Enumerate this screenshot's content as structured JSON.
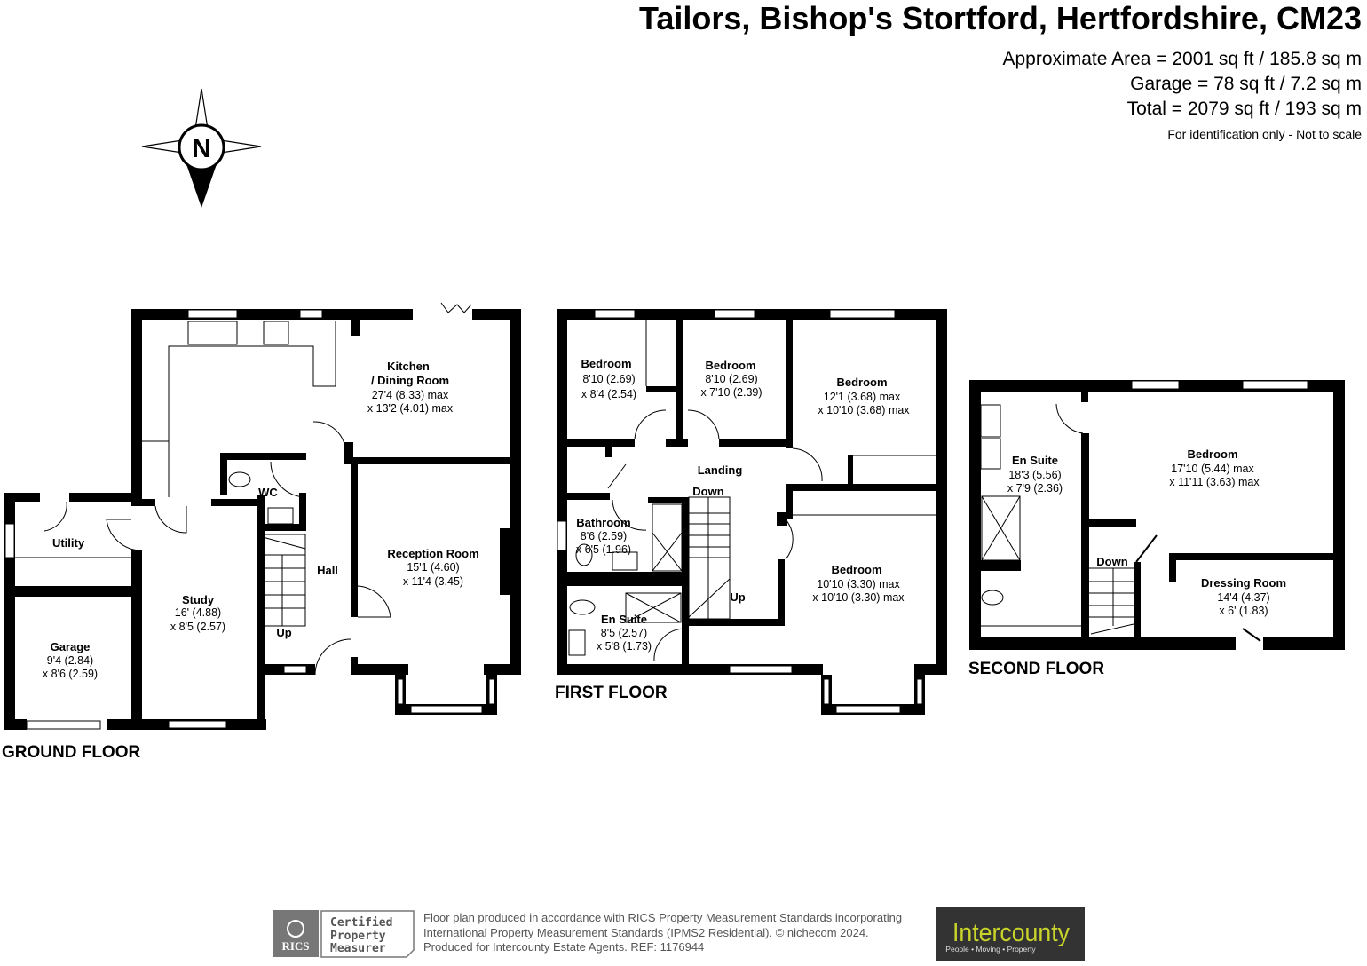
{
  "header": {
    "title": "Tailors, Bishop's Stortford, Hertfordshire, CM23",
    "approx_area": "Approximate Area = 2001 sq ft / 185.8 sq m",
    "garage_area": "Garage = 78 sq ft / 7.2 sq m",
    "total_area": "Total = 2079 sq ft / 193 sq m",
    "disclaimer": "For identification only - Not to scale"
  },
  "compass": {
    "label": "N",
    "icon": "compass-rose-icon"
  },
  "ground_floor": {
    "label": "GROUND FLOOR",
    "kitchen": {
      "name_1": "Kitchen",
      "name_2": "/ Dining Room",
      "dim_1": "27'4 (8.33) max",
      "dim_2": "x 13'2 (4.01) max"
    },
    "reception": {
      "name": "Reception Room",
      "dim_1": "15'1 (4.60)",
      "dim_2": "x 11'4 (3.45)"
    },
    "study": {
      "name": "Study",
      "dim_1": "16' (4.88)",
      "dim_2": "x 8'5 (2.57)"
    },
    "garage": {
      "name": "Garage",
      "dim_1": "9'4 (2.84)",
      "dim_2": "x 8'6 (2.59)"
    },
    "utility": {
      "name": "Utility"
    },
    "wc": {
      "name": "WC"
    },
    "hall": {
      "name": "Hall"
    },
    "stairs": {
      "label": "Up"
    }
  },
  "first_floor": {
    "label": "FIRST FLOOR",
    "bedroom_1": {
      "name": "Bedroom",
      "dim_1": "8'10 (2.69)",
      "dim_2": "x 8'4 (2.54)"
    },
    "bedroom_2": {
      "name": "Bedroom",
      "dim_1": "8'10 (2.69)",
      "dim_2": "x 7'10 (2.39)"
    },
    "bedroom_3": {
      "name": "Bedroom",
      "dim_1": "12'1 (3.68) max",
      "dim_2": "x 10'10 (3.68) max"
    },
    "bedroom_4": {
      "name": "Bedroom",
      "dim_1": "10'10 (3.30) max",
      "dim_2": "x 10'10 (3.30) max"
    },
    "landing": {
      "name": "Landing"
    },
    "bathroom": {
      "name": "Bathroom",
      "dim_1": "8'6 (2.59)",
      "dim_2": "x 6'5 (1.96)"
    },
    "en_suite": {
      "name": "En Suite",
      "dim_1": "8'5 (2.57)",
      "dim_2": "x 5'8 (1.73)"
    },
    "stairs_down": "Down",
    "stairs_up": "Up"
  },
  "second_floor": {
    "label": "SECOND FLOOR",
    "en_suite": {
      "name": "En Suite",
      "dim_1": "18'3 (5.56)",
      "dim_2": "x 7'9 (2.36)"
    },
    "bedroom": {
      "name": "Bedroom",
      "dim_1": "17'10 (5.44) max",
      "dim_2": "x 11'11 (3.63) max"
    },
    "dressing": {
      "name": "Dressing Room",
      "dim_1": "14'4 (4.37)",
      "dim_2": "x 6' (1.83)"
    },
    "stairs_down": "Down"
  },
  "footer": {
    "rics_logo": "RICS",
    "cert_1": "Certified",
    "cert_2": "Property",
    "cert_3": "Measurer",
    "line_1": "Floor plan produced in accordance with RICS Property Measurement Standards incorporating",
    "line_2": "International Property Measurement Standards (IPMS2 Residential).   © nichecom 2024.",
    "line_3": "Produced for Intercounty Estate Agents.   REF: 1176944",
    "agent_logo": "Intercounty",
    "agent_tagline": "People • Moving • Property",
    "agent_bg": "#333333",
    "agent_color": "#c8d42a"
  }
}
